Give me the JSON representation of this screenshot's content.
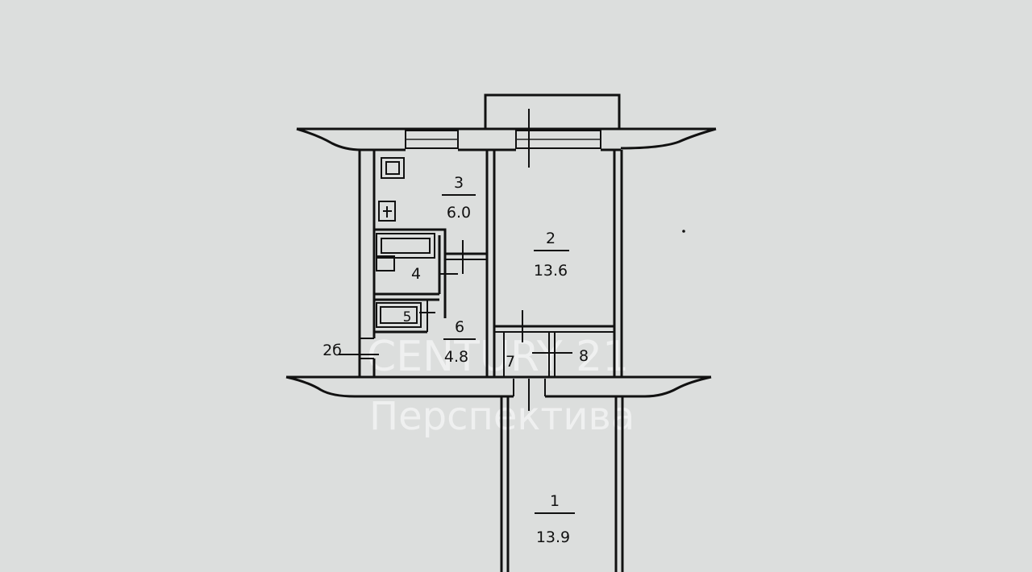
{
  "rooms": [
    {
      "id": "1",
      "number": "1",
      "area": "13.9"
    },
    {
      "id": "2",
      "number": "2",
      "area": "13.6"
    },
    {
      "id": "3",
      "number": "3",
      "area": "6.0"
    },
    {
      "id": "4",
      "number": "4"
    },
    {
      "id": "5",
      "number": "5"
    },
    {
      "id": "6",
      "number": "6",
      "area": "4.8"
    },
    {
      "id": "7",
      "number": "7"
    },
    {
      "id": "8",
      "number": "8"
    }
  ],
  "balcony_label": "2б",
  "watermark": {
    "line1": "CENTURY 21",
    "line2": "Перспектива"
  },
  "colors": {
    "paper": "#dcdedd",
    "ink": "#111111"
  }
}
